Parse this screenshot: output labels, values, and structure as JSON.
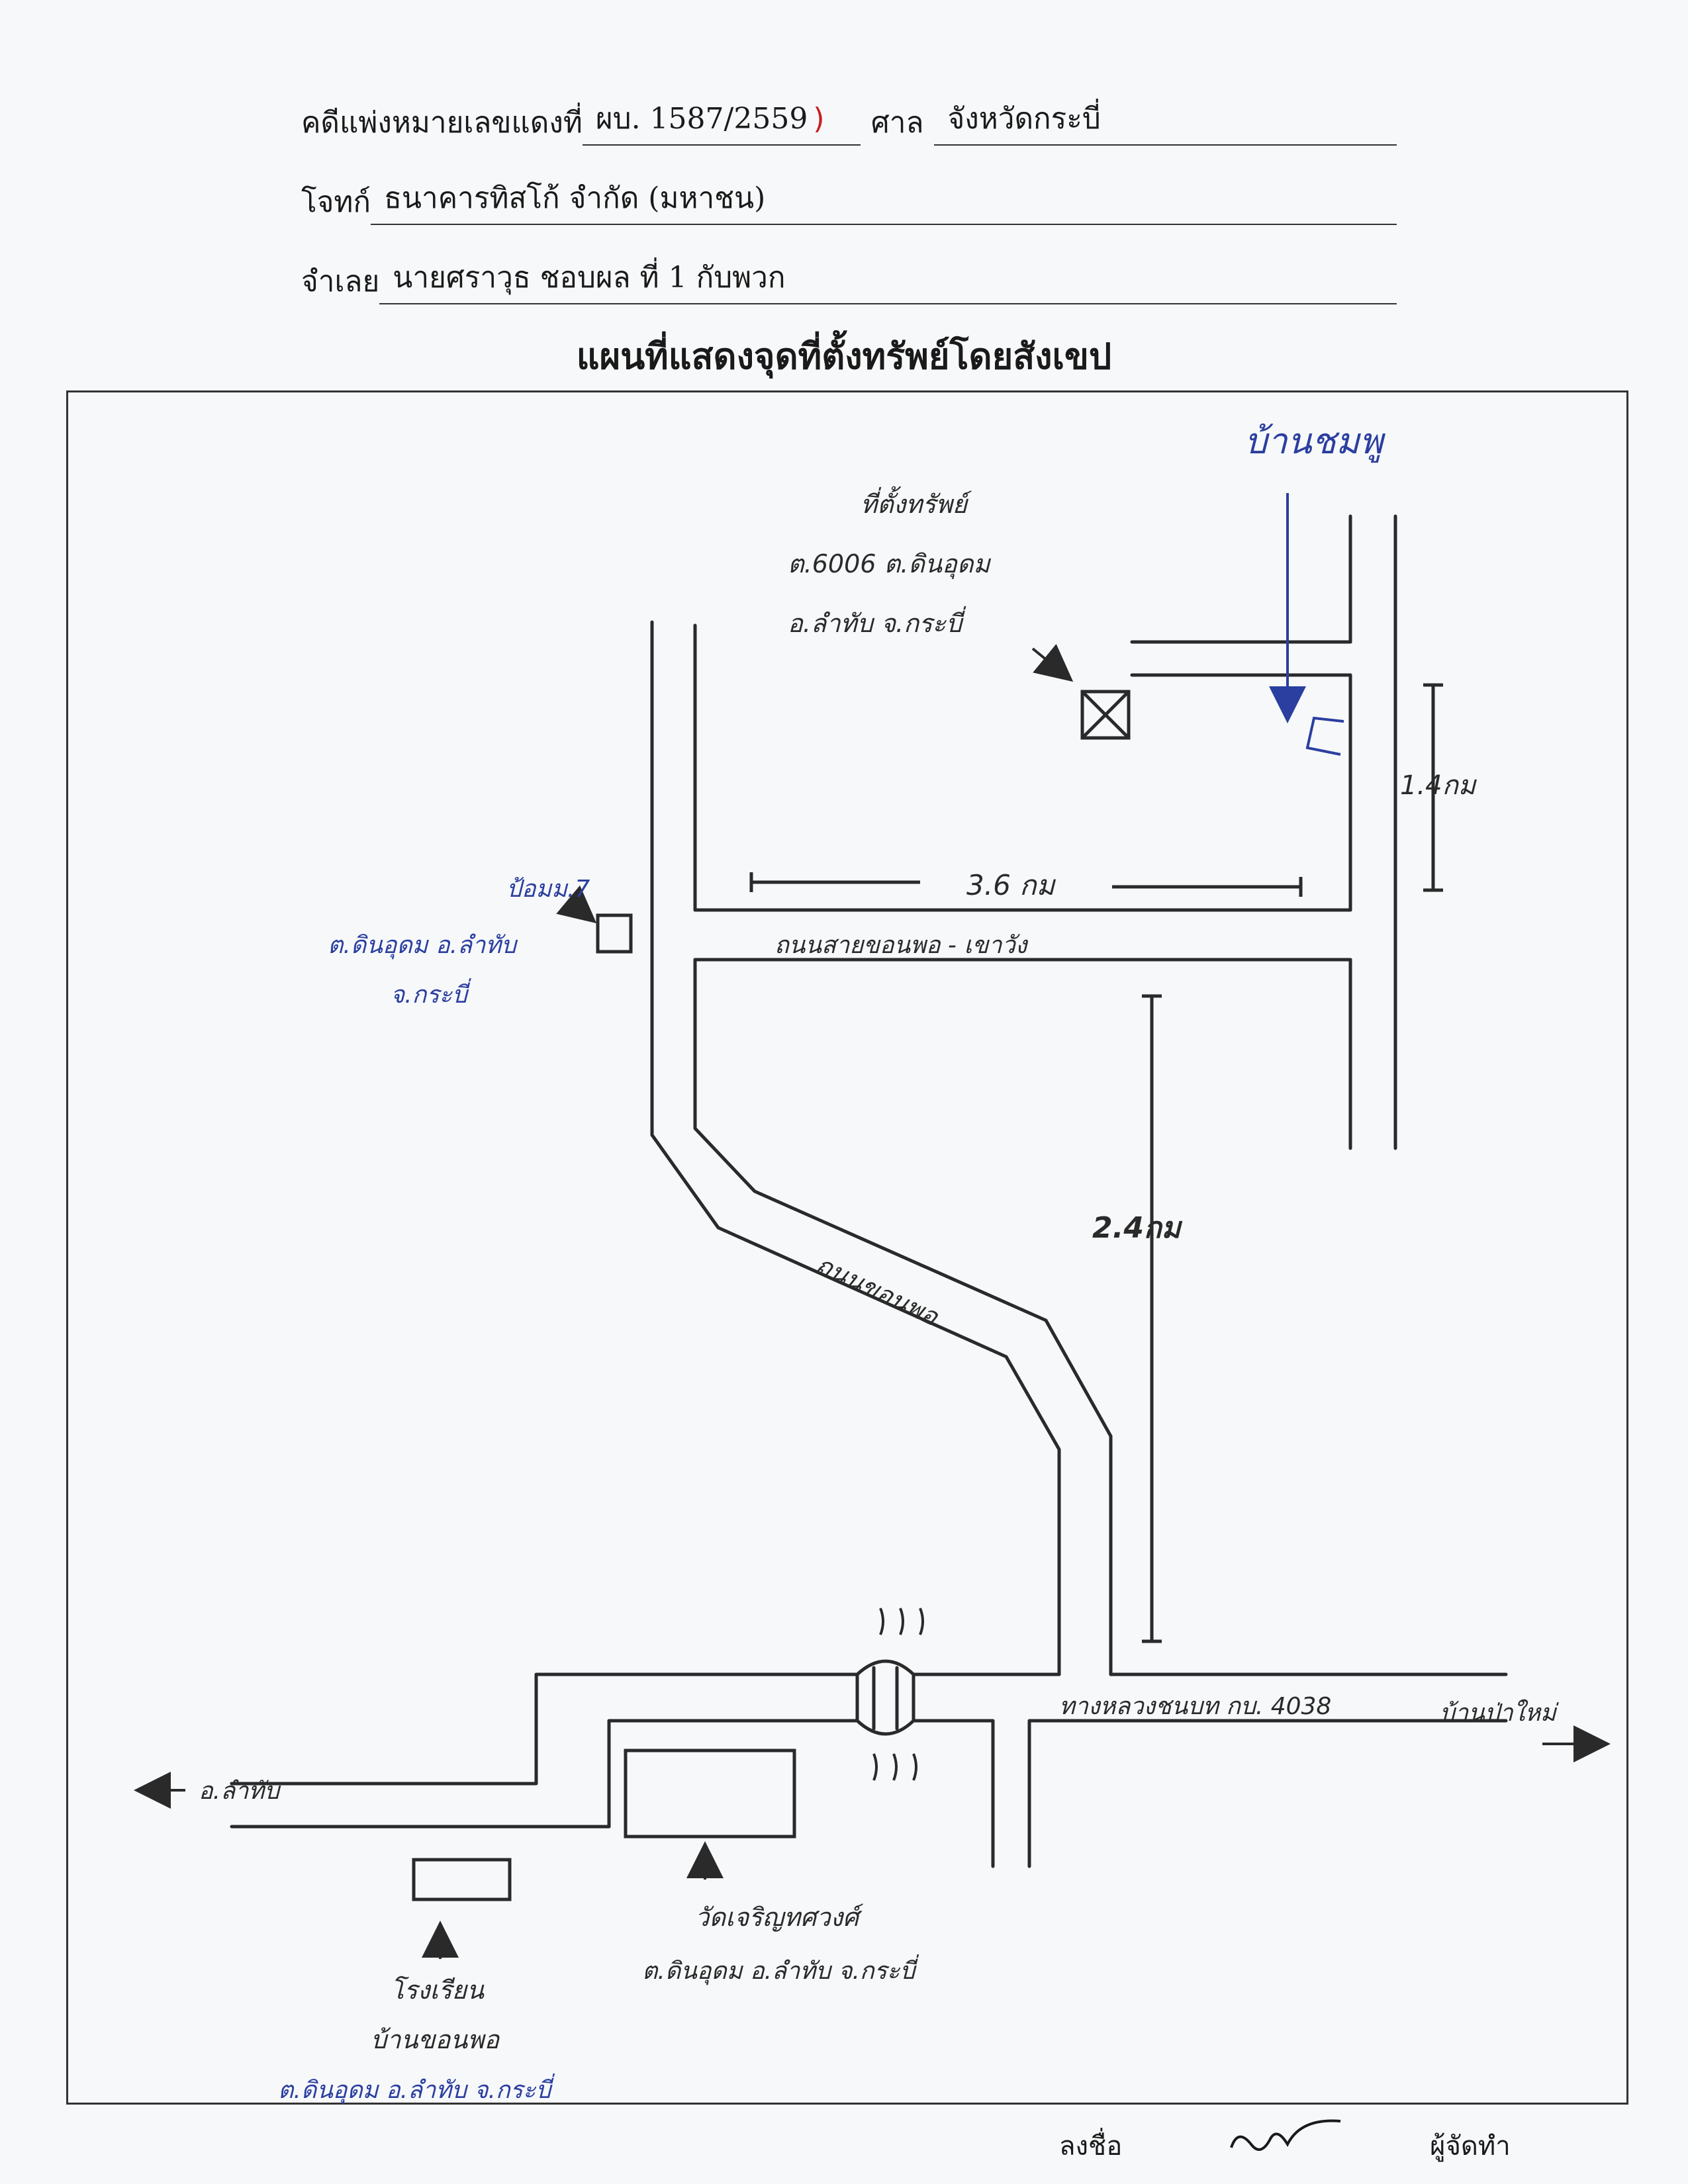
{
  "header": {
    "case_label": "คดีแพ่งหมายเลขแดงที่",
    "case_number": "ผบ. 1587/2559",
    "case_mark": ")",
    "court_label": "ศาล",
    "court_name": "จังหวัดกระบี่",
    "plaintiff_label": "โจทก์",
    "plaintiff_name": "ธนาคารทิสโก้ จำกัด (มหาชน)",
    "defendant_label": "จำเลย",
    "defendant_name": "นายศราวุธ ชอบผล ที่ 1 กับพวก"
  },
  "map": {
    "title": "แผนที่แสดงจุดที่ตั้งทรัพย์โดยสังเขป",
    "property_label": {
      "line1": "ที่ตั้งทรัพย์",
      "line2": "ต.6006 ต.ดินอุดม",
      "line3": "อ.ลำทับ จ.กระบี่"
    },
    "village_note": "บ้านชมพู",
    "distance_east": "1.4กม",
    "distance_middle": "3.6 กม",
    "distance_south": "2.4กม",
    "health_station": {
      "line1": "ป้อมม.7",
      "line2": "ต.ดินอุดม อ.ลำทับ",
      "line3": "จ.กระบี่"
    },
    "road_upper": "ถนนสายขอนพอ - เขาวัง",
    "road_diagonal": "ถนนขอนพอ",
    "highway": "ทางหลวงชนบท กบ. 4038",
    "to_right": "บ้านป่าใหม่",
    "to_left": "อ.ลำทับ",
    "temple": {
      "line1": "วัดเจริญทศวงศ์",
      "line2": "ต.ดินอุดม อ.ลำทับ จ.กระบี่"
    },
    "school": {
      "line1": "โรงเรียน",
      "line2": "บ้านขอนพอ",
      "line3": "ต.ดินอุดม อ.ลำทับ จ.กระบี่"
    }
  },
  "footer": {
    "sign_label": "ลงชื่อ",
    "maker_label": "ผู้จัดทำ"
  }
}
